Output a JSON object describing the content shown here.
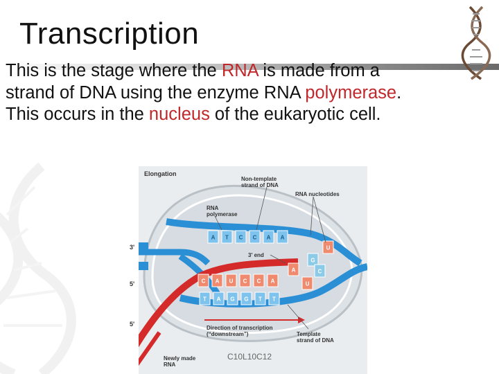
{
  "slide": {
    "title": "Transcription",
    "body": {
      "t1": "This is the stage where the ",
      "t2": "RNA",
      "t3": " is made from a strand of DNA using the enzyme RNA ",
      "t4": "polymerase",
      "t5": ". This occurs in the ",
      "t6": "nucleus",
      "t7": " of the eukaryotic cell."
    },
    "caption": "C10L10C12",
    "highlight_color": "#c0282b"
  },
  "figure": {
    "heading": "Elongation",
    "labels": {
      "non_template_1": "Non-template",
      "non_template_2": "strand of DNA",
      "rna_nucleotides": "RNA nucleotides",
      "rna_polymerase_1": "RNA",
      "rna_polymerase_2": "polymerase",
      "three_prime_end": "3' end",
      "direction_1": "Direction of transcription",
      "direction_2": "(“downstream”)",
      "template_1": "Template",
      "template_2": "strand of DNA",
      "newly_made_1": "Newly made",
      "newly_made_2": "RNA",
      "end_3": "3'",
      "end_5a": "5'",
      "end_5b": "5'"
    },
    "top_bases": [
      "A",
      "T",
      "C",
      "C",
      "A",
      "A"
    ],
    "rna_bases": [
      "C",
      "A",
      "U",
      "C",
      "C",
      "A"
    ],
    "bottom_bases": [
      "T",
      "A",
      "G",
      "G",
      "T",
      "T"
    ],
    "free_nucleotides": [
      "U",
      "A",
      "G",
      "C",
      "U"
    ],
    "colors": {
      "dna_strand": "#2b8fd6",
      "rna_strand": "#d42a2a",
      "polymerase_bubble": "#dfe4e8",
      "dna_base": "#7ec3ee",
      "rna_base": "#ef8a6e"
    }
  }
}
